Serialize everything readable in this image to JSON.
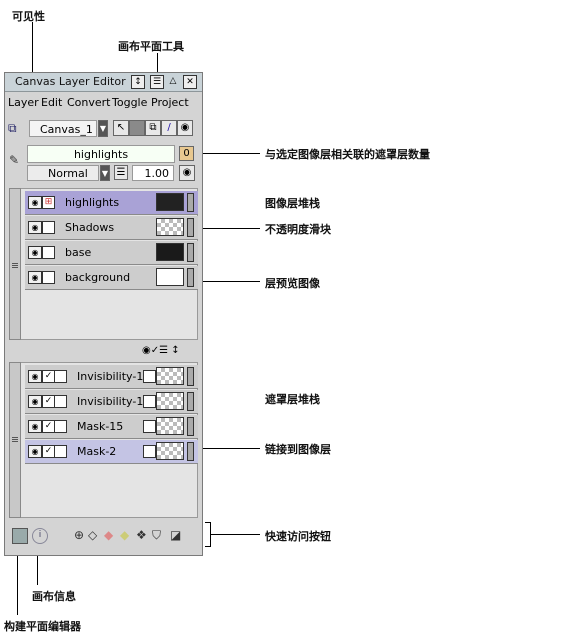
{
  "annotations": {
    "visibility": "可见性",
    "canvas_tools": "画布平面工具",
    "mask_count": "与选定图像层相关联的遮罩层数量",
    "image_stack": "图像层堆栈",
    "opacity_slider": "不透明度滑块",
    "layer_preview": "层预览图像",
    "mask_stack": "遮罩层堆栈",
    "link_to_image": "链接到图像层",
    "quick_access": "快速访问按钮",
    "canvas_info": "画布信息",
    "build_plane_editor": "构建平面编辑器"
  },
  "window": {
    "title": "Canvas Layer Editor"
  },
  "menu": {
    "items": [
      "Layer",
      "Edit",
      "Convert",
      "Toggle",
      "Project"
    ]
  },
  "canvas": {
    "selected": "Canvas_1"
  },
  "layer_props": {
    "name": "highlights",
    "blend_mode": "Normal",
    "opacity": "1.00",
    "mask_count": "0"
  },
  "image_layers": [
    {
      "name": "highlights",
      "selected": true
    },
    {
      "name": "Shadows",
      "selected": false
    },
    {
      "name": "base",
      "selected": false
    },
    {
      "name": "background",
      "selected": false
    }
  ],
  "mask_layers": [
    {
      "name": "Invisibility-1",
      "selected": false
    },
    {
      "name": "Invisibility-1",
      "selected": false
    },
    {
      "name": "Mask-15",
      "selected": false
    },
    {
      "name": "Mask-2",
      "selected": true
    }
  ],
  "colors": {
    "selected_image_row": "#a9a2d6",
    "selected_mask_row": "#c4c4e4",
    "mask_count_bg": "#e8c890"
  }
}
